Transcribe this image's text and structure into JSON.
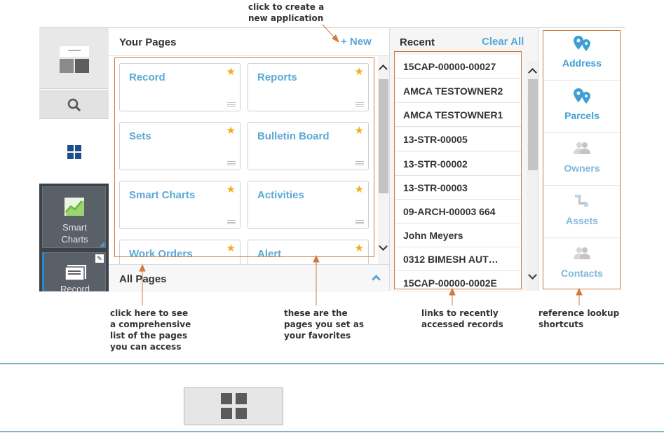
{
  "callouts": {
    "new": "click to create a\nnew application",
    "all_pages": "click here to see\na comprehensive\nlist of the pages\nyou can access",
    "favorites": "these are the\npages you set as\nyour favorites",
    "recent": "links to recently\naccessed records",
    "shortcuts": "reference lookup\nshortcuts"
  },
  "sidebar": {
    "smart_charts_label": "Smart\nCharts",
    "record_label": "Record"
  },
  "pages_panel": {
    "title": "Your Pages",
    "new_label": "+ New",
    "cards": [
      {
        "label": "Record"
      },
      {
        "label": "Reports"
      },
      {
        "label": "Sets"
      },
      {
        "label": "Bulletin Board"
      },
      {
        "label": "Smart Charts"
      },
      {
        "label": "Activities"
      },
      {
        "label": "Work Orders"
      },
      {
        "label": "Alert"
      }
    ],
    "all_pages_label": "All Pages"
  },
  "recent_panel": {
    "title": "Recent",
    "clear_label": "Clear All",
    "items": [
      "15CAP-00000-00027",
      "AMCA TESTOWNER2",
      "AMCA TESTOWNER1",
      "13-STR-00005",
      "13-STR-00002",
      "13-STR-00003",
      "09-ARCH-00003 664",
      "John Meyers",
      "0312 BIMESH AUT…",
      "15CAP-00000-0002E"
    ]
  },
  "shortcuts": [
    {
      "label": "Address",
      "icon": "map-pin-icon",
      "color": "#3d9fd3"
    },
    {
      "label": "Parcels",
      "icon": "map-pin-icon",
      "color": "#3d9fd3"
    },
    {
      "label": "Owners",
      "icon": "people-icon",
      "color": "#7fb8da"
    },
    {
      "label": "Assets",
      "icon": "assets-icon",
      "color": "#7fb8da"
    },
    {
      "label": "Contacts",
      "icon": "people-icon",
      "color": "#7fb8da"
    }
  ],
  "colors": {
    "accent": "#5aa8d6",
    "annotation": "#d27a3e",
    "star": "#f2ad1a",
    "rule": "#7fb6c1"
  }
}
